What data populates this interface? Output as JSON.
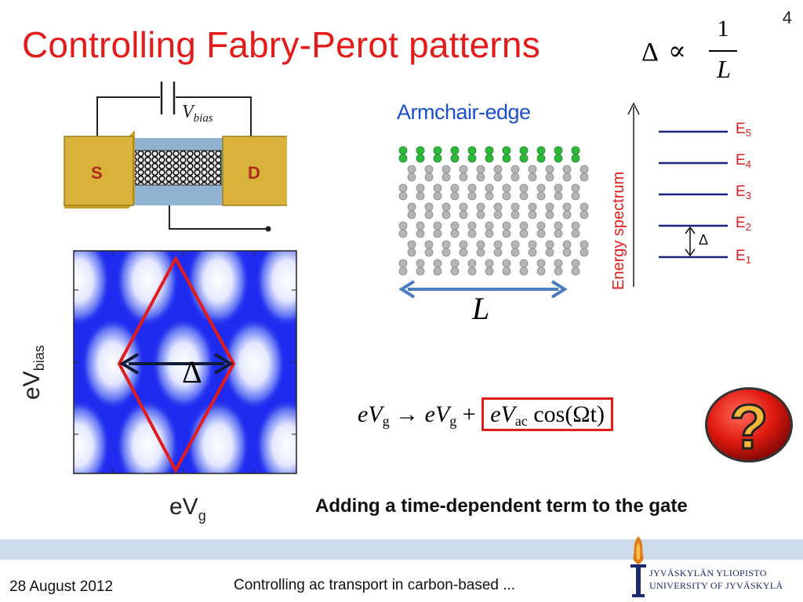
{
  "slide": {
    "title": "Controlling Fabry-Perot patterns",
    "page_number": "4"
  },
  "proportional_formula": {
    "lhs": "Δ",
    "relation": "∝",
    "numerator": "1",
    "denominator": "L"
  },
  "device": {
    "source_label": "S",
    "drain_label": "D",
    "bias_label": "V",
    "bias_subscript": "bias"
  },
  "armchair": {
    "title": "Armchair-edge",
    "length_label": "L"
  },
  "energy": {
    "axis_label": "Energy spectrum",
    "levels": [
      {
        "name": "E",
        "sub": "5"
      },
      {
        "name": "E",
        "sub": "4"
      },
      {
        "name": "E",
        "sub": "3"
      },
      {
        "name": "E",
        "sub": "2"
      },
      {
        "name": "E",
        "sub": "1"
      }
    ],
    "gap_label": "Δ"
  },
  "plot": {
    "y_label": "eV",
    "y_sub": "bias",
    "x_label": "eV",
    "x_sub": "g",
    "gap_label": "Δ"
  },
  "gate_formula": {
    "lhs": "eV",
    "lhs_sub": "g",
    "arrow": "→",
    "rhs": "eV",
    "rhs_sub": "g",
    "plus": "+",
    "added": "eV",
    "added_sub": "ac",
    "added_tail": "cos(Ωt)"
  },
  "caption": "Adding a time-dependent term to the gate",
  "footer": {
    "date": "28 August 2012",
    "center": "Controlling ac transport in carbon-based  ...",
    "uni_line1": "JYVÄSKYLÄN YLIOPISTO",
    "uni_line2": "UNIVERSITY OF JYVÄSKYLÄ"
  },
  "badge": {
    "symbol": "?"
  },
  "colors": {
    "title": "#e21b1b",
    "accent_blue": "#1a4fd0",
    "level_line": "#1a237e",
    "footer_band": "#cfdcec"
  }
}
